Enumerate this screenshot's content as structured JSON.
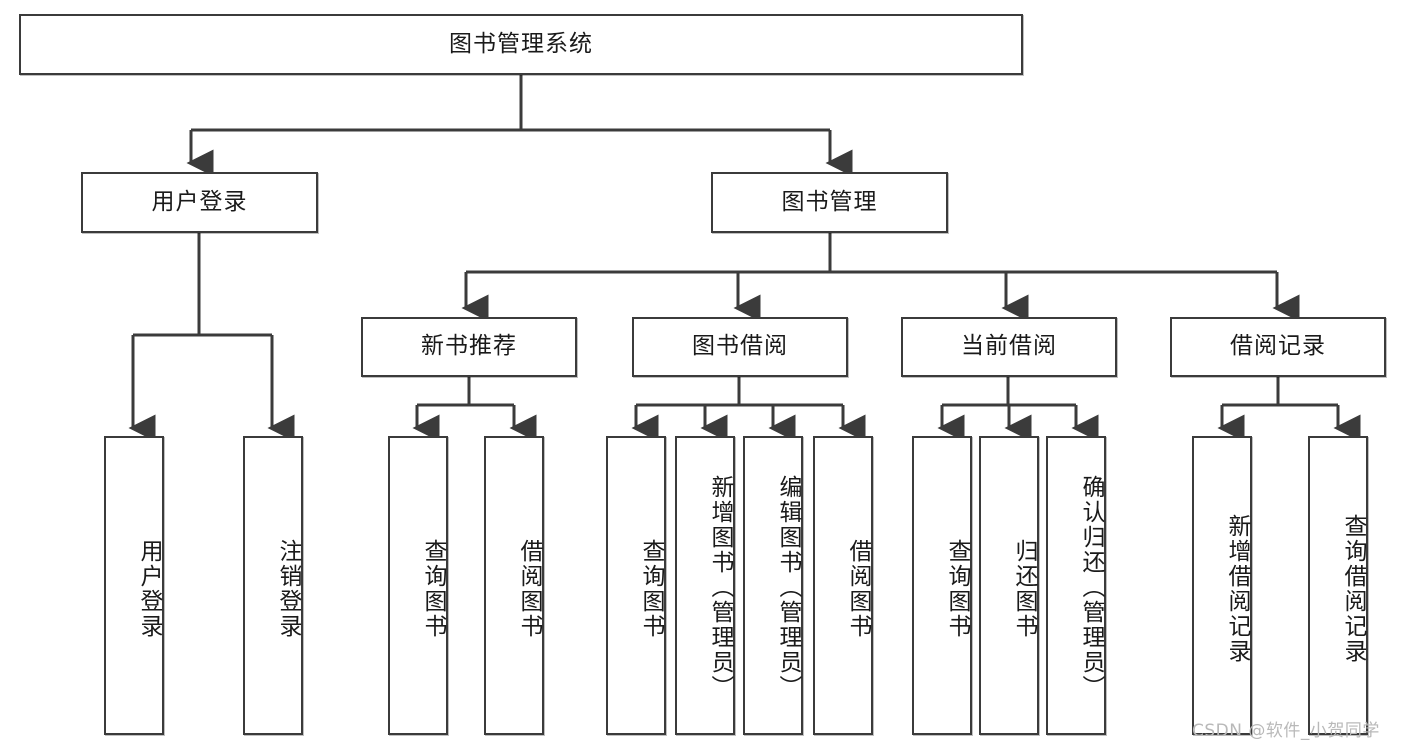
{
  "diagram": {
    "type": "tree",
    "title": "图书管理系统",
    "watermark": "CSDN @软件_小贺同学",
    "colors": {
      "stroke": "#3b3b3b",
      "fill": "#ffffff",
      "text": "#1a1a1a",
      "watermark": "#b9b9b9"
    },
    "nodes": {
      "root": "图书管理系统",
      "level1": [
        "用户登录",
        "图书管理"
      ],
      "level2": [
        "新书推荐",
        "图书借阅",
        "当前借阅",
        "借阅记录"
      ],
      "leaves": [
        "用户登录",
        "注销登录",
        "查询图书",
        "借阅图书",
        "查询图书",
        "新增图书（管理员）",
        "编辑图书（管理员）",
        "借阅图书",
        "查询图书",
        "归还图书",
        "确认归还（管理员）",
        "新增借阅记录",
        "查询借阅记录"
      ]
    },
    "edges": [
      {
        "from": "图书管理系统",
        "to": "用户登录"
      },
      {
        "from": "图书管理系统",
        "to": "图书管理"
      },
      {
        "from": "图书管理",
        "to": "新书推荐"
      },
      {
        "from": "图书管理",
        "to": "图书借阅"
      },
      {
        "from": "图书管理",
        "to": "当前借阅"
      },
      {
        "from": "图书管理",
        "to": "借阅记录"
      },
      {
        "from": "用户登录",
        "to": "用户登录"
      },
      {
        "from": "用户登录",
        "to": "注销登录"
      },
      {
        "from": "新书推荐",
        "to": "查询图书"
      },
      {
        "from": "新书推荐",
        "to": "借阅图书"
      },
      {
        "from": "图书借阅",
        "to": "查询图书"
      },
      {
        "from": "图书借阅",
        "to": "新增图书（管理员）"
      },
      {
        "from": "图书借阅",
        "to": "编辑图书（管理员）"
      },
      {
        "from": "图书借阅",
        "to": "借阅图书"
      },
      {
        "from": "当前借阅",
        "to": "查询图书"
      },
      {
        "from": "当前借阅",
        "to": "归还图书"
      },
      {
        "from": "当前借阅",
        "to": "确认归还（管理员）"
      },
      {
        "from": "借阅记录",
        "to": "新增借阅记录"
      },
      {
        "from": "借阅记录",
        "to": "查询借阅记录"
      }
    ]
  }
}
